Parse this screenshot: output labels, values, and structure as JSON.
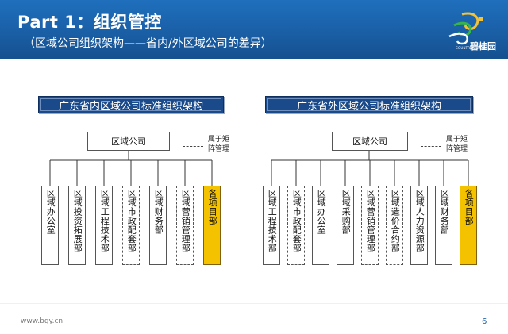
{
  "header": {
    "title": "Part 1：组织管控",
    "subtitle": "（区域公司组织架构——省内/外区域公司的差异）"
  },
  "logo": {
    "brand": "碧桂园",
    "small": "COUNTRY GARDEN"
  },
  "left_chart": {
    "title": "广东省内区域公司标准组织架构",
    "root": "区域公司",
    "note_line1": "属于矩",
    "note_line2": "阵管理",
    "units": [
      {
        "label": "区域办公室",
        "style": "solid"
      },
      {
        "label": "区域投资拓展部",
        "style": "solid"
      },
      {
        "label": "区域工程技术部",
        "style": "solid"
      },
      {
        "label": "区域市政配套部",
        "style": "dashed"
      },
      {
        "label": "区域财务部",
        "style": "solid"
      },
      {
        "label": "区域营销管理部",
        "style": "dashed"
      },
      {
        "label": "各项目部",
        "style": "highlight"
      }
    ]
  },
  "right_chart": {
    "title": "广东省外区域公司标准组织架构",
    "root": "区域公司",
    "note_line1": "属于矩",
    "note_line2": "阵管理",
    "units": [
      {
        "label": "区域工程技术部",
        "style": "solid"
      },
      {
        "label": "区域市政配套部",
        "style": "dashed"
      },
      {
        "label": "区域办公室",
        "style": "solid"
      },
      {
        "label": "区域采购部",
        "style": "solid"
      },
      {
        "label": "区域营销管理部",
        "style": "dashed"
      },
      {
        "label": "区域造价合约部",
        "style": "dashed"
      },
      {
        "label": "区域人力资源部",
        "style": "solid"
      },
      {
        "label": "区域财务部",
        "style": "solid"
      },
      {
        "label": "各项目部",
        "style": "highlight"
      }
    ]
  },
  "footer": {
    "url": "www.bgy.cn",
    "page": "6"
  },
  "colors": {
    "header_blue": "#1a5fa6",
    "title_navy": "#1a4a8a",
    "highlight": "#f5c200"
  }
}
